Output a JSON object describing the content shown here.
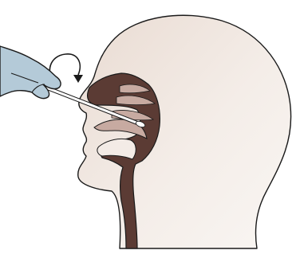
{
  "illustration": {
    "subject": "nasal-swab-procedure",
    "colors": {
      "background": "#ffffff",
      "head_fill_light": "#f6f1ec",
      "head_fill_shade": "#e6d6cc",
      "head_outline": "#1a1a1a",
      "nasal_cavity": "#5b3b34",
      "turbinate": "#c7aaa1",
      "glove": "#b4cad8",
      "glove_outline": "#1a1a1a",
      "swab_shaft": "#ffffff",
      "arrow": "#1a1a1a"
    },
    "icons": [
      "rotation-arrow-icon",
      "swab",
      "gloved-hand"
    ]
  }
}
